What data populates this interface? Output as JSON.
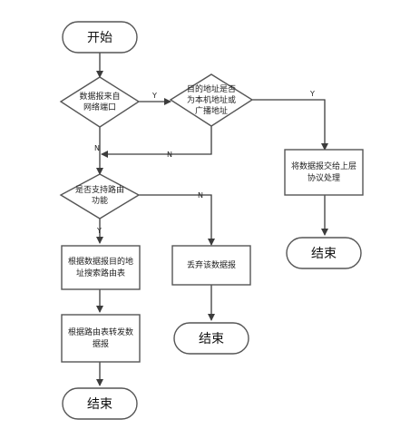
{
  "nodes": {
    "start": {
      "lines": [
        "开始"
      ]
    },
    "from_network": {
      "lines": [
        "数据报来自",
        "网络端口"
      ]
    },
    "dest_is_local": {
      "lines": [
        "目的地址是否",
        "为本机地址或",
        "广播地址"
      ]
    },
    "pass_up": {
      "lines": [
        "将数据报交给上层",
        "协议处理"
      ]
    },
    "end_right": {
      "lines": [
        "结束"
      ]
    },
    "support_routing": {
      "lines": [
        "是否支持路由",
        "功能"
      ]
    },
    "search_route": {
      "lines": [
        "根据数据报目的地",
        "址搜索路由表"
      ]
    },
    "discard": {
      "lines": [
        "丢弃该数据报"
      ]
    },
    "forward": {
      "lines": [
        "根据路由表转发数",
        "据报"
      ]
    },
    "end_middle": {
      "lines": [
        "结束"
      ]
    },
    "end_left": {
      "lines": [
        "结束"
      ]
    }
  },
  "edge_labels": {
    "yes": "Y",
    "no": "N"
  }
}
